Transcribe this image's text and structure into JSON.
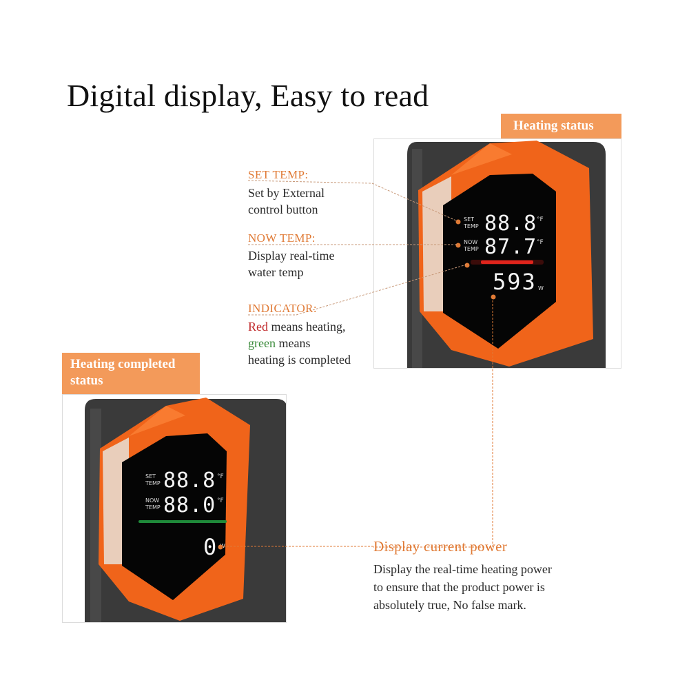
{
  "title": "Digital display, Easy to read",
  "tags": {
    "heating": "Heating status",
    "completed": "Heating completed status"
  },
  "annotations": {
    "set_temp": {
      "head": "SET TEMP:",
      "body": [
        "Set by External",
        "control button"
      ]
    },
    "now_temp": {
      "head": "NOW TEMP:",
      "body": [
        "Display real-time",
        "water temp"
      ]
    },
    "indicator": {
      "head": "INDICATOR:",
      "red_word": "Red",
      "red_rest": " means heating,",
      "green_word": "green",
      "green_rest": " means",
      "line3": "heating is completed"
    },
    "power": {
      "head": "Display current power",
      "body": [
        "Display the real-time heating power",
        "to ensure that the product power is",
        "absolutely true, No false mark."
      ]
    }
  },
  "displays": {
    "heating": {
      "set_label": [
        "SET",
        "TEMP"
      ],
      "now_label": [
        "NOW",
        "TEMP"
      ],
      "set_value": "88.8",
      "now_value": "87.7",
      "unit_f": "°F",
      "power_value": "593",
      "power_unit": "W",
      "indicator_color": "#e0241c"
    },
    "completed": {
      "set_label": [
        "SET",
        "TEMP"
      ],
      "now_label": [
        "NOW",
        "TEMP"
      ],
      "set_value": "88.8",
      "now_value": "88.0",
      "unit_f": "°F",
      "power_value": "0",
      "power_unit": "W",
      "indicator_color": "#1f8a3a"
    }
  },
  "colors": {
    "accent": "#e07a35",
    "tag_bg": "#f39a5a",
    "device_orange": "#f0641a",
    "device_body": "#3a3a3a",
    "screen": "#050505"
  }
}
